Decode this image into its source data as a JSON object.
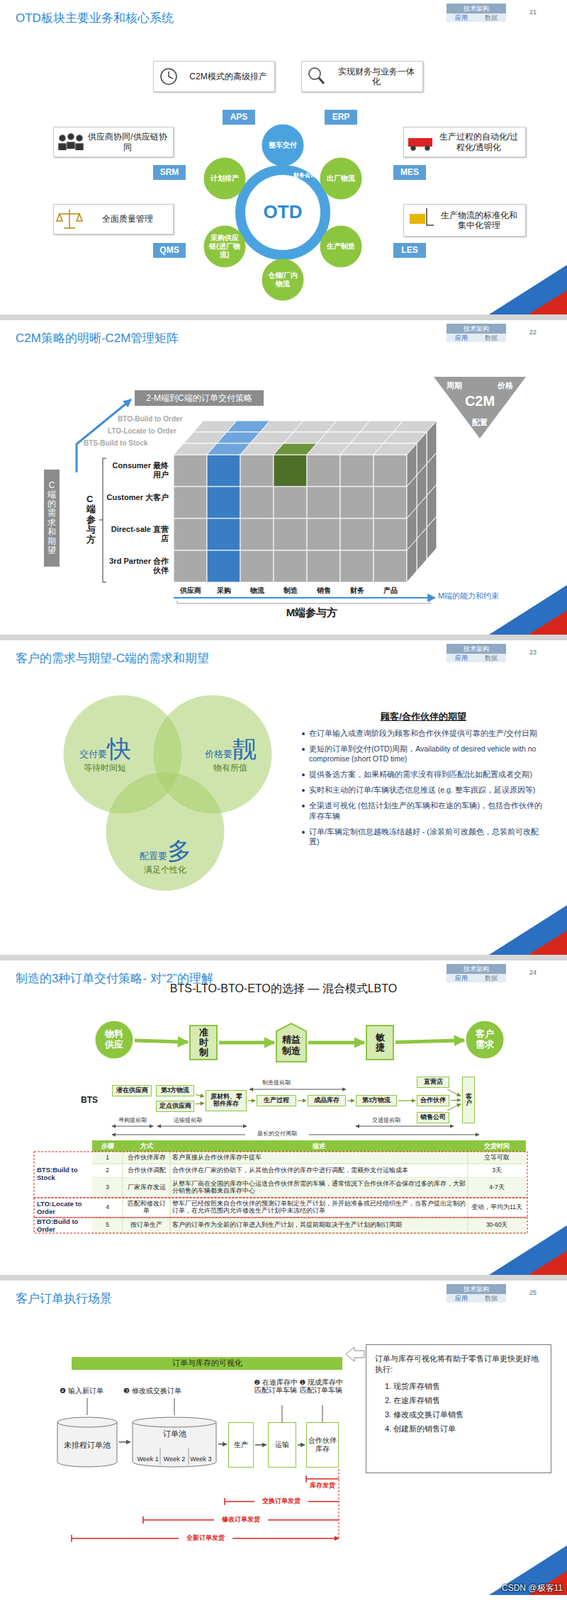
{
  "diagram": {
    "nodes": [
      {
        "text": [
          "C2M模式的高级排产"
        ]
      },
      {
        "text": [
          "实现财务与业务一体化"
        ]
      },
      {
        "text": [
          "APS"
        ]
      },
      {
        "text": [
          "ERP"
        ]
      },
      {
        "text": [
          "供应商协同/供应链协同"
        ]
      },
      {
        "text": [
          "生产过程的自动化/过程化/透明化"
        ]
      },
      {
        "text": [
          "SRM"
        ]
      },
      {
        "text": [
          "MES"
        ]
      },
      {
        "text": [
          "整车交付"
        ]
      },
      {
        "text": [
          "计划排产"
        ]
      },
      {
        "text": [
          "出厂物流"
        ]
      },
      {
        "text": [
          "OTD"
        ]
      },
      {
        "text": [
          "采购供应链(进厂物流)"
        ]
      },
      {
        "text": [
          "生产制造"
        ]
      },
      {
        "text": [
          "全面质量管理"
        ]
      },
      {
        "text": [
          "生产物流的标准化和集中化管理"
        ]
      },
      {
        "text": [
          "QMS"
        ]
      },
      {
        "text": [
          "LES"
        ]
      },
      {
        "text": [
          "仓储/厂内物流"
        ]
      },
      {
        "text": [
          "2-M端到C端的订单交付策略"
        ]
      },
      {
        "text": [
          "C端的需求和期望"
        ]
      },
      {
        "text": [
          "周期",
          "价格",
          "C2M",
          "配置"
        ]
      },
      {
        "text": [
          "交付要",
          "快",
          "等待时间短"
        ]
      },
      {
        "text": [
          "价格要",
          "靓",
          "物有所值"
        ]
      },
      {
        "text": [
          "配置要",
          "多",
          "满足个性化"
        ]
      },
      {
        "text": [
          "物料供应"
        ]
      },
      {
        "text": [
          "准时制"
        ]
      },
      {
        "text": [
          "精益制造"
        ]
      },
      {
        "text": [
          "敏捷"
        ]
      },
      {
        "text": [
          "客户需求"
        ]
      },
      {
        "text": [
          "潜在供应商"
        ]
      },
      {
        "text": [
          "第3方物流"
        ]
      },
      {
        "text": [
          "定点供应商"
        ]
      },
      {
        "text": [
          "原材料、零部件库存"
        ]
      },
      {
        "text": [
          "生产过程"
        ]
      },
      {
        "text": [
          "成品库存"
        ]
      },
      {
        "text": [
          "第3方物流"
        ]
      },
      {
        "text": [
          "直营店"
        ]
      },
      {
        "text": [
          "合作伙伴"
        ]
      },
      {
        "text": [
          "销售公司"
        ]
      },
      {
        "text": [
          "客户"
        ]
      },
      {
        "text": [
          "订单与库存的可视化"
        ]
      },
      {
        "text": [
          "未排程订单池"
        ]
      },
      {
        "text": [
          "订单池",
          "Week 1",
          "Week 2",
          "Week 3"
        ]
      },
      {
        "text": [
          "生产"
        ]
      },
      {
        "text": [
          "运输"
        ]
      },
      {
        "text": [
          "合作伙伴库存"
        ]
      },
      {
        "text": [
          "订单与库存可视化将有助于零售订单更快更好地执行:",
          "1. 现货库存销售",
          "2. 在途库存销售",
          "3. 修改或交换订单销售",
          "4. 创建新的销售订单"
        ]
      }
    ],
    "edges": [
      {
        "from": 25,
        "to": 26,
        "arrow": "to"
      },
      {
        "from": 26,
        "to": 27,
        "arrow": "to"
      },
      {
        "from": 27,
        "to": 28,
        "arrow": "to"
      },
      {
        "from": 28,
        "to": 29,
        "arrow": "to"
      },
      {
        "from": 31,
        "to": 33,
        "arrow": "to"
      },
      {
        "from": 32,
        "to": 33,
        "arrow": "to"
      },
      {
        "from": 33,
        "to": 34,
        "arrow": "to"
      },
      {
        "from": 34,
        "to": 35,
        "arrow": "to"
      },
      {
        "from": 35,
        "to": 36,
        "arrow": "to"
      },
      {
        "from": 36,
        "to": 38,
        "arrow": "to"
      },
      {
        "from": 37,
        "to": 40,
        "arrow": "to"
      },
      {
        "from": 38,
        "to": 40,
        "arrow": "to"
      },
      {
        "from": 39,
        "to": 40,
        "arrow": "to"
      },
      {
        "from": 42,
        "to": 43,
        "arrow": "to"
      },
      {
        "from": 43,
        "to": 44,
        "arrow": "to"
      },
      {
        "from": 44,
        "to": 45,
        "arrow": "to"
      },
      {
        "from": 45,
        "to": 46,
        "arrow": "to"
      }
    ],
    "labels": [
      "技术架构",
      "应用",
      "数据",
      "21",
      "OTD板块主要业务和核心系统",
      "财务会计",
      "技术架构",
      "应用",
      "数据",
      "22",
      "C2M策略的明晰-C2M管理矩阵",
      "BTO-Build to Order",
      "LTO-Locate to Order",
      "BTS-Build to Stock",
      "C端参与方",
      "Consumer 最终用户",
      "Customer 大客户",
      "Direct-sale 直营店",
      "3rd Partner 合作伙伴",
      "供应商",
      "采购",
      "物流",
      "制造",
      "销售",
      "财务",
      "产品",
      "M端的能力和约束",
      "M端参与方",
      "技术架构",
      "应用",
      "数据",
      "23",
      "客户的需求与期望-C端的需求和期望",
      "顾客/合作伙伴的期望",
      "在订单输入或查询阶段为顾客和合作伙伴提供可靠的生产/交付日期",
      "更短的订单到交付(OTD)周期，Availability of desired vehicle with no compromise (short OTD time)",
      "提供备选方案，如果精确的需求没有得到匹配(比如配置或者交期)",
      "实时和主动的订单/车辆状态信息推送 (e.g. 整车跟踪，延误原因等)",
      "全渠道可视化 (包括计划生产的车辆和在途的车辆)，包括合作伙伴的库存车辆",
      "订单/车辆定制信息越晚冻结越好 - (涂装前可改颜色，总装前可改配置)",
      "技术架构",
      "应用",
      "数据",
      "24",
      "制造的3种订单交付策略- 对“2”的理解",
      "BTS-LTO-BTO-ETO的选择 — 混合模式LBTO",
      "BTS",
      "制造提前期",
      "寻购提前期",
      "运输提前期",
      "交通提前期",
      "最长的交付周期",
      "步骤",
      "方式",
      "描述",
      "交货时间",
      "1",
      "合作伙伴库存",
      "客户直接从合作伙伴库存中提车",
      "立等可取",
      "2",
      "合作伙伴调配",
      "合作伙伴在厂家的协助下，从其他合作伙伴的库存中进行调配，需额外支付运输成本",
      "3天",
      "3",
      "厂家库存发运",
      "从整车厂商在全国的库存中心运送合作伙伴所需的车辆，通常情况下合作伙伴不会保存过多的库存，大部分销售的车辆都来自库存中心",
      "4-7天",
      "4",
      "匹配和修改订单",
      "整车厂已经按照来自合作伙伴的预测订单制定生产计划，并开始准备或已经组织生产，当客户提出定制的订单，在允许范围内允许修改生产计划中未冻结的订单",
      "变动，平均为11天",
      "5",
      "按订单生产",
      "客户的订单作为全新的订单进入到生产计划，其提前期取决于生产计划的制订周期",
      "30-60天",
      "BTS:Build to Stock",
      "LTO:Locate to Order",
      "BTO:Build to Order",
      "技术架构",
      "应用",
      "数据",
      "25",
      "客户订单执行场景",
      "❹ 输入新订单",
      "❸ 修改或交换订单",
      "❷ 在途库存中匹配订单车辆",
      "❶ 现成库存中匹配订单车辆",
      "库存发货",
      "交换订单发货",
      "修改订单发货",
      "全新订单发货",
      "CSDN @极客11"
    ]
  }
}
